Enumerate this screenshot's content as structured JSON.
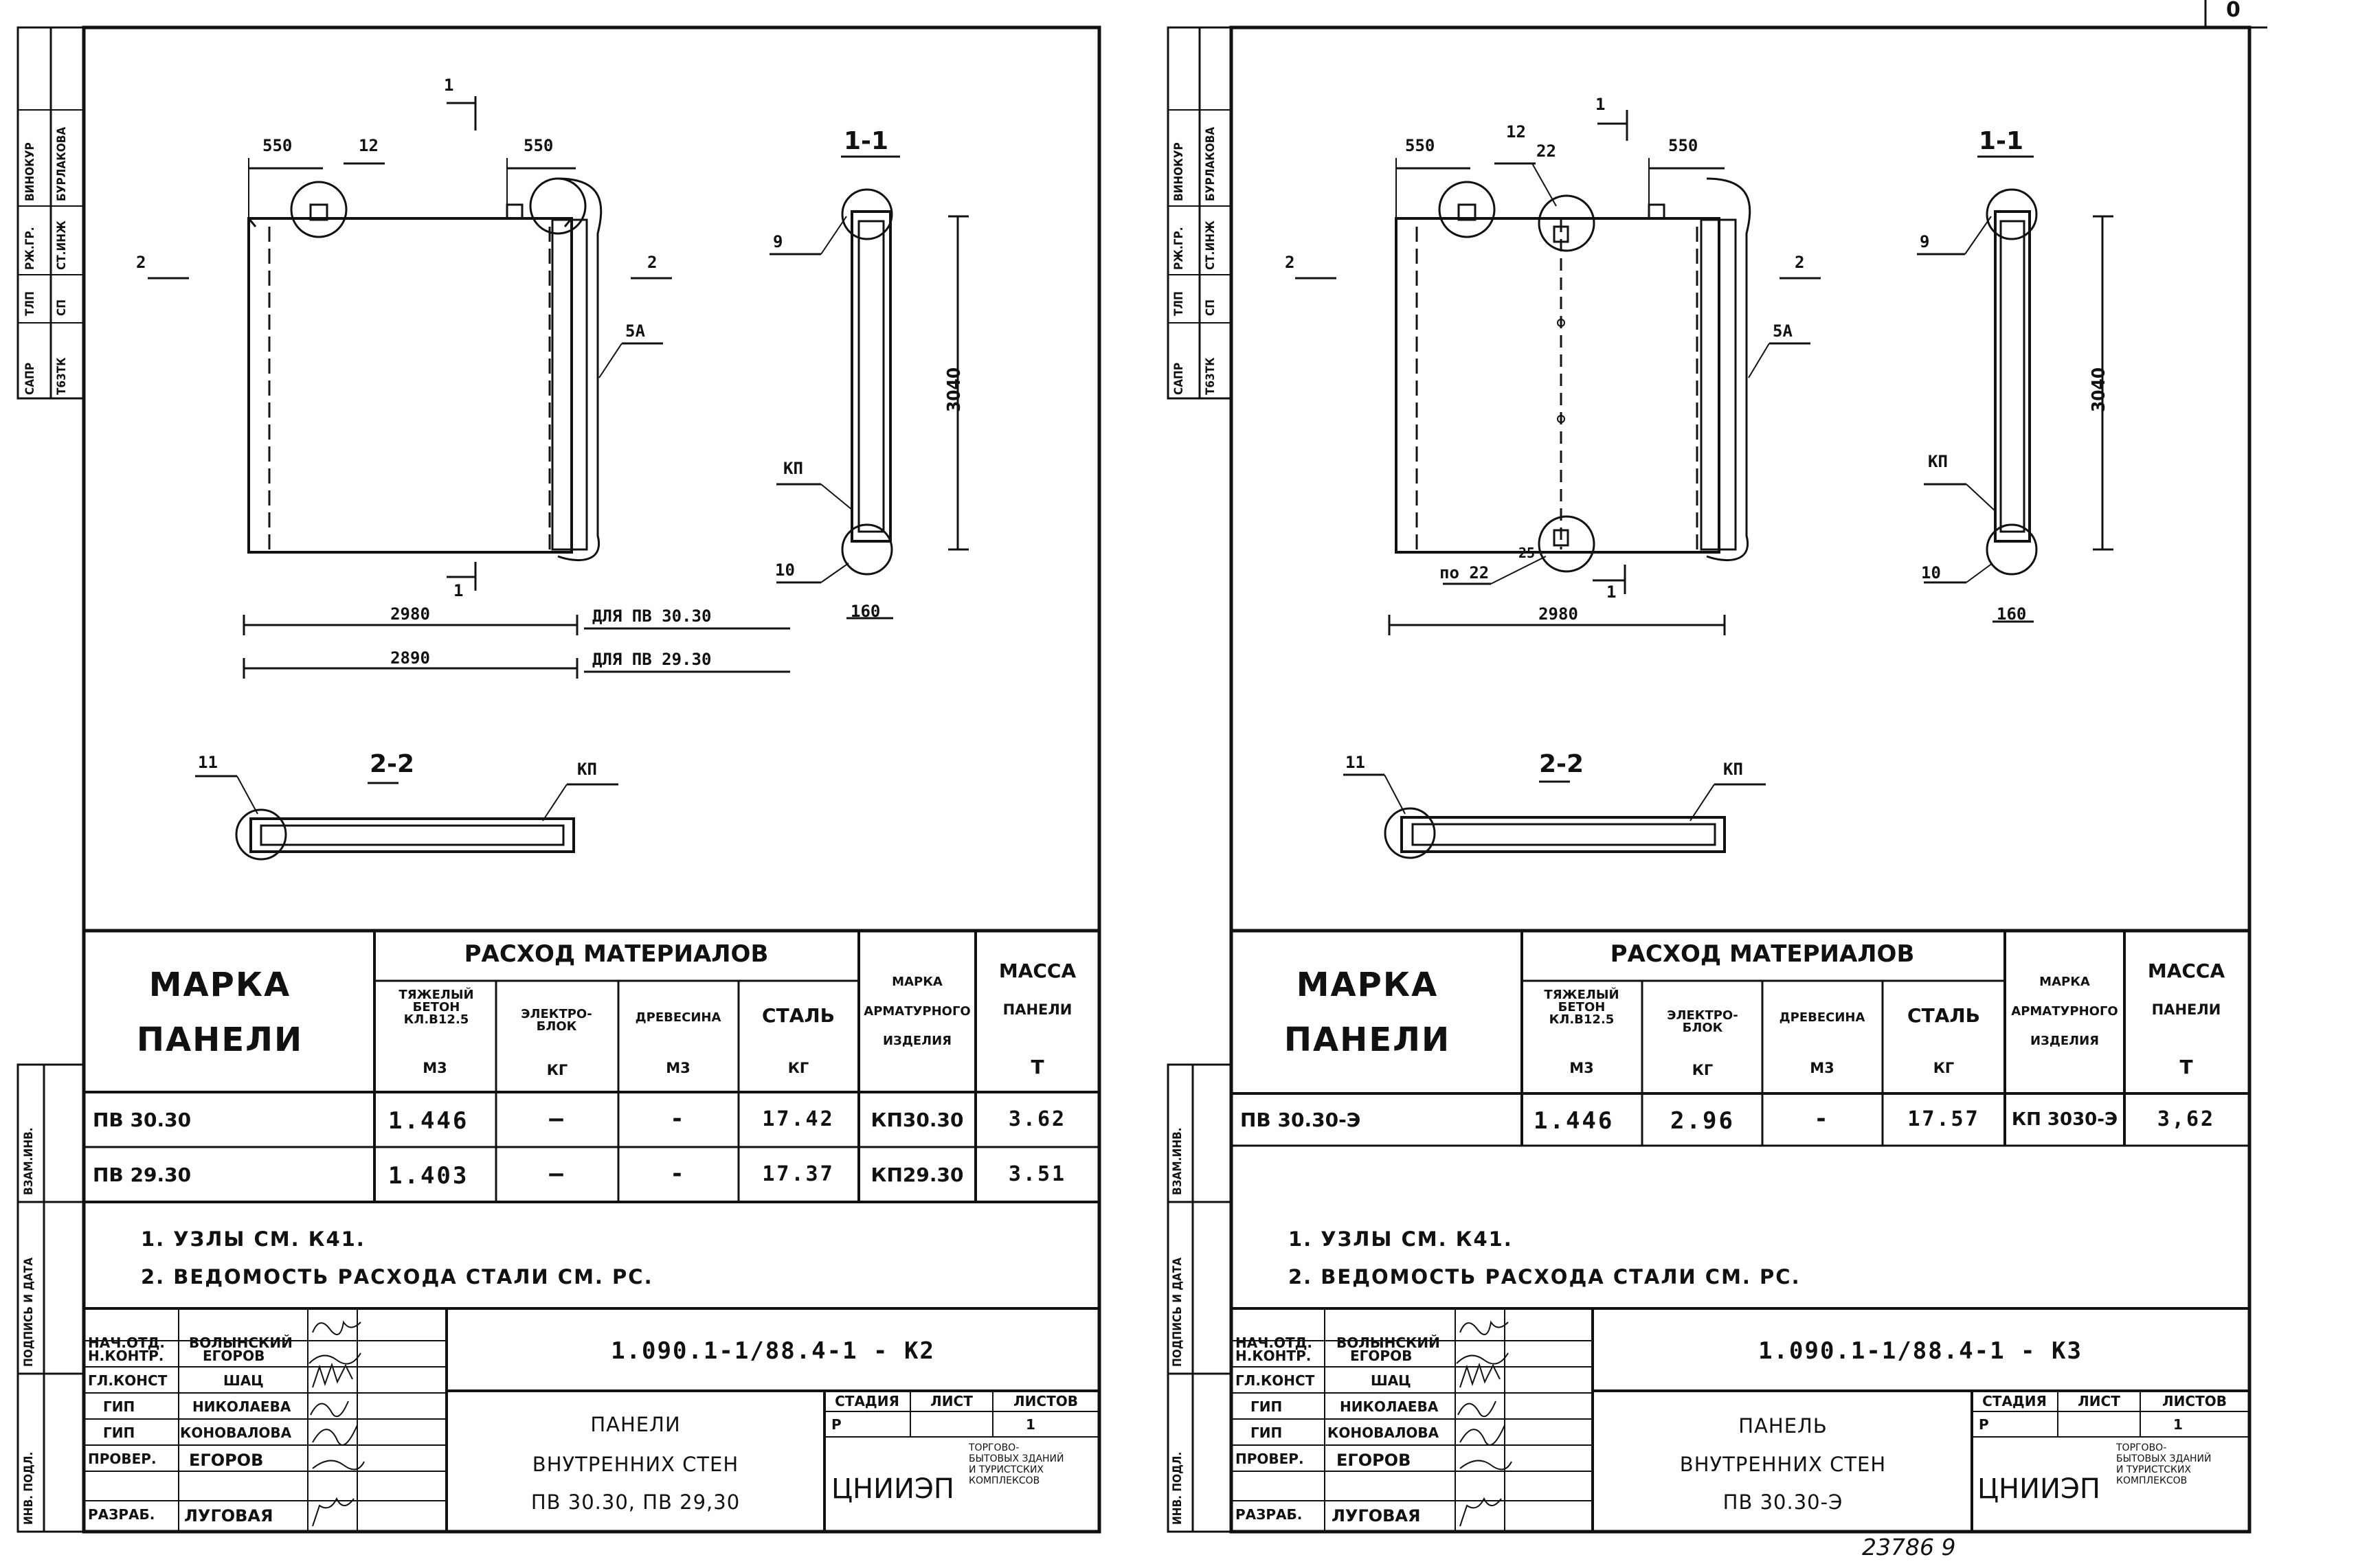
{
  "left": {
    "side": {
      "l1": "САПР",
      "l2": "Т63ТК",
      "l3": "ТЛП",
      "l4": "СП",
      "l5": "РЖ.ГР.",
      "l6": "СТ.ИНЖ",
      "l7": "ВИНОКУР",
      "l8": "БУРЛАКОВА",
      "b1": "ВЗАМ.ИНВ.",
      "b2": "ПОДПИСЬ И ДАТА",
      "b3": "ИНВ. ПОДЛ."
    },
    "drawing": {
      "d550a": "550",
      "d550b": "550",
      "n12": "12",
      "s1top": "1",
      "s1bot": "1",
      "s2l": "2",
      "s2r": "2",
      "n5a": "5А",
      "w2980": "2980",
      "w2890": "2890",
      "for1": "ДЛЯ ПВ 30.30",
      "for2": "ДЛЯ ПВ 29.30",
      "sec11": "1-1",
      "n9": "9",
      "h3040": "3040",
      "kp1": "КП",
      "n10": "10",
      "d160": "160",
      "sec22": "2-2",
      "n11": "11",
      "kp2": "КП"
    },
    "table": {
      "marka": "МАРКА",
      "paneli": "ПАНЕЛИ",
      "rashod": "РАСХОД МАТЕРИАЛОВ",
      "beton": "ТЯЖЕЛЫЙ БЕТОН КЛ.В12.5",
      "beton_u": "М3",
      "el": "ЭЛЕКТРО- БЛОК",
      "el_u": "КГ",
      "dr": "ДРЕВЕСИНА",
      "dr_u": "М3",
      "st": "СТАЛЬ",
      "st_u": "КГ",
      "arm": "МАРКА АРМАТУРНОГО ИЗДЕЛИЯ",
      "massa": "МАССА",
      "massa2": "ПАНЕЛИ",
      "massa_u": "Т",
      "rows": [
        {
          "mark": "ПВ 30.30",
          "beton": "1.446",
          "el": "—",
          "dr": "-",
          "st": "17.42",
          "arm": "КП30.30",
          "mass": "3.62"
        },
        {
          "mark": "ПВ 29.30",
          "beton": "1.403",
          "el": "—",
          "dr": "-",
          "st": "17.37",
          "arm": "КП29.30",
          "mass": "3.51"
        }
      ],
      "note1": "1. УЗЛЫ СМ. К41.",
      "note2": "2. ВЕДОМОСТЬ РАСХОДА СТАЛИ СМ. РС."
    },
    "stamp": {
      "roles": [
        "НАЧ.ОТД.",
        "Н.КОНТР.",
        "ГЛ.КОНСТ",
        "ГИП",
        "ГИП",
        "ПРОВЕР.",
        "РАЗРАБ."
      ],
      "names": [
        "ВОЛЫНСКИЙ",
        "ЕГОРОВ",
        "ШАЦ",
        "НИКОЛАЕВА",
        "КОНОВАЛОВА",
        "ЕГОРОВ",
        "ЛУГОВАЯ"
      ],
      "code": "1.090.1-1/88.4-1 - К2",
      "title1": "ПАНЕЛИ",
      "title2": "ВНУТРЕННИХ СТЕН",
      "title3": "ПВ 30.30, ПВ 29,30",
      "stadia": "СТАДИЯ",
      "list": "ЛИСТ",
      "listov": "ЛИСТОВ",
      "stadia_v": "Р",
      "list_v": "1",
      "listov_v": "",
      "org": "ЦНИИЭП",
      "org_desc": "ТОРГОВО- БЫТОВЫХ ЗДАНИЙ И ТУРИСТСКИХ КОМПЛЕКСОВ"
    }
  },
  "right": {
    "side": {
      "l1": "САПР",
      "l2": "Т63ТК",
      "l3": "ТЛП",
      "l4": "СП",
      "l5": "РЖ.ГР.",
      "l6": "СТ.ИНЖ",
      "l7": "ВИНОКУР",
      "l8": "БУРЛАКОВА",
      "b1": "ВЗАМ.ИНВ.",
      "b2": "ПОДПИСЬ И ДАТА",
      "b3": "ИНВ. ПОДЛ."
    },
    "drawing": {
      "d550a": "550",
      "d550b": "550",
      "n12": "12",
      "n22": "22",
      "s1top": "1",
      "s1bot": "1",
      "s2l": "2",
      "s2r": "2",
      "n5a": "5А",
      "w2980": "2980",
      "po22": "по 22",
      "n25": "25",
      "sec11": "1-1",
      "n9": "9",
      "h3040": "3040",
      "kp1": "КП",
      "n10": "10",
      "d160": "160",
      "sec22": "2-2",
      "n11": "11",
      "kp2": "КП"
    },
    "table": {
      "marka": "МАРКА",
      "paneli": "ПАНЕЛИ",
      "rashod": "РАСХОД МАТЕРИАЛОВ",
      "beton": "ТЯЖЕЛЫЙ БЕТОН КЛ.В12.5",
      "beton_u": "М3",
      "el": "ЭЛЕКТРО- БЛОК",
      "el_u": "КГ",
      "dr": "ДРЕВЕСИНА",
      "dr_u": "М3",
      "st": "СТАЛЬ",
      "st_u": "КГ",
      "arm": "МАРКА АРМАТУРНОГО ИЗДЕЛИЯ",
      "massa": "МАССА",
      "massa2": "ПАНЕЛИ",
      "massa_u": "Т",
      "rows": [
        {
          "mark": "ПВ 30.30-Э",
          "beton": "1.446",
          "el": "2.96",
          "dr": "-",
          "st": "17.57",
          "arm": "КП 3030-Э",
          "mass": "3,62"
        }
      ],
      "note1": "1. УЗЛЫ СМ. К41.",
      "note2": "2. ВЕДОМОСТЬ РАСХОДА СТАЛИ СМ. РС."
    },
    "stamp": {
      "roles": [
        "НАЧ.ОТД.",
        "Н.КОНТР.",
        "ГЛ.КОНСТ",
        "ГИП",
        "ГИП",
        "ПРОВЕР.",
        "РАЗРАБ."
      ],
      "names": [
        "ВОЛЫНСКИЙ",
        "ЕГОРОВ",
        "ШАЦ",
        "НИКОЛАЕВА",
        "КОНОВАЛОВА",
        "ЕГОРОВ",
        "ЛУГОВАЯ"
      ],
      "code": "1.090.1-1/88.4-1 - К3",
      "title1": "ПАНЕЛЬ",
      "title2": "ВНУТРЕННИХ СТЕН",
      "title3": "ПВ 30.30-Э",
      "stadia": "СТАДИЯ",
      "list": "ЛИСТ",
      "listov": "ЛИСТОВ",
      "stadia_v": "Р",
      "list_v": "1",
      "listov_v": "",
      "org": "ЦНИИЭП",
      "org_desc": "ТОРГОВО- БЫТОВЫХ ЗДАНИЙ И ТУРИСТСКИХ КОМПЛЕКСОВ"
    }
  },
  "page_corner": "0",
  "bottom_stamp": "23786 9"
}
